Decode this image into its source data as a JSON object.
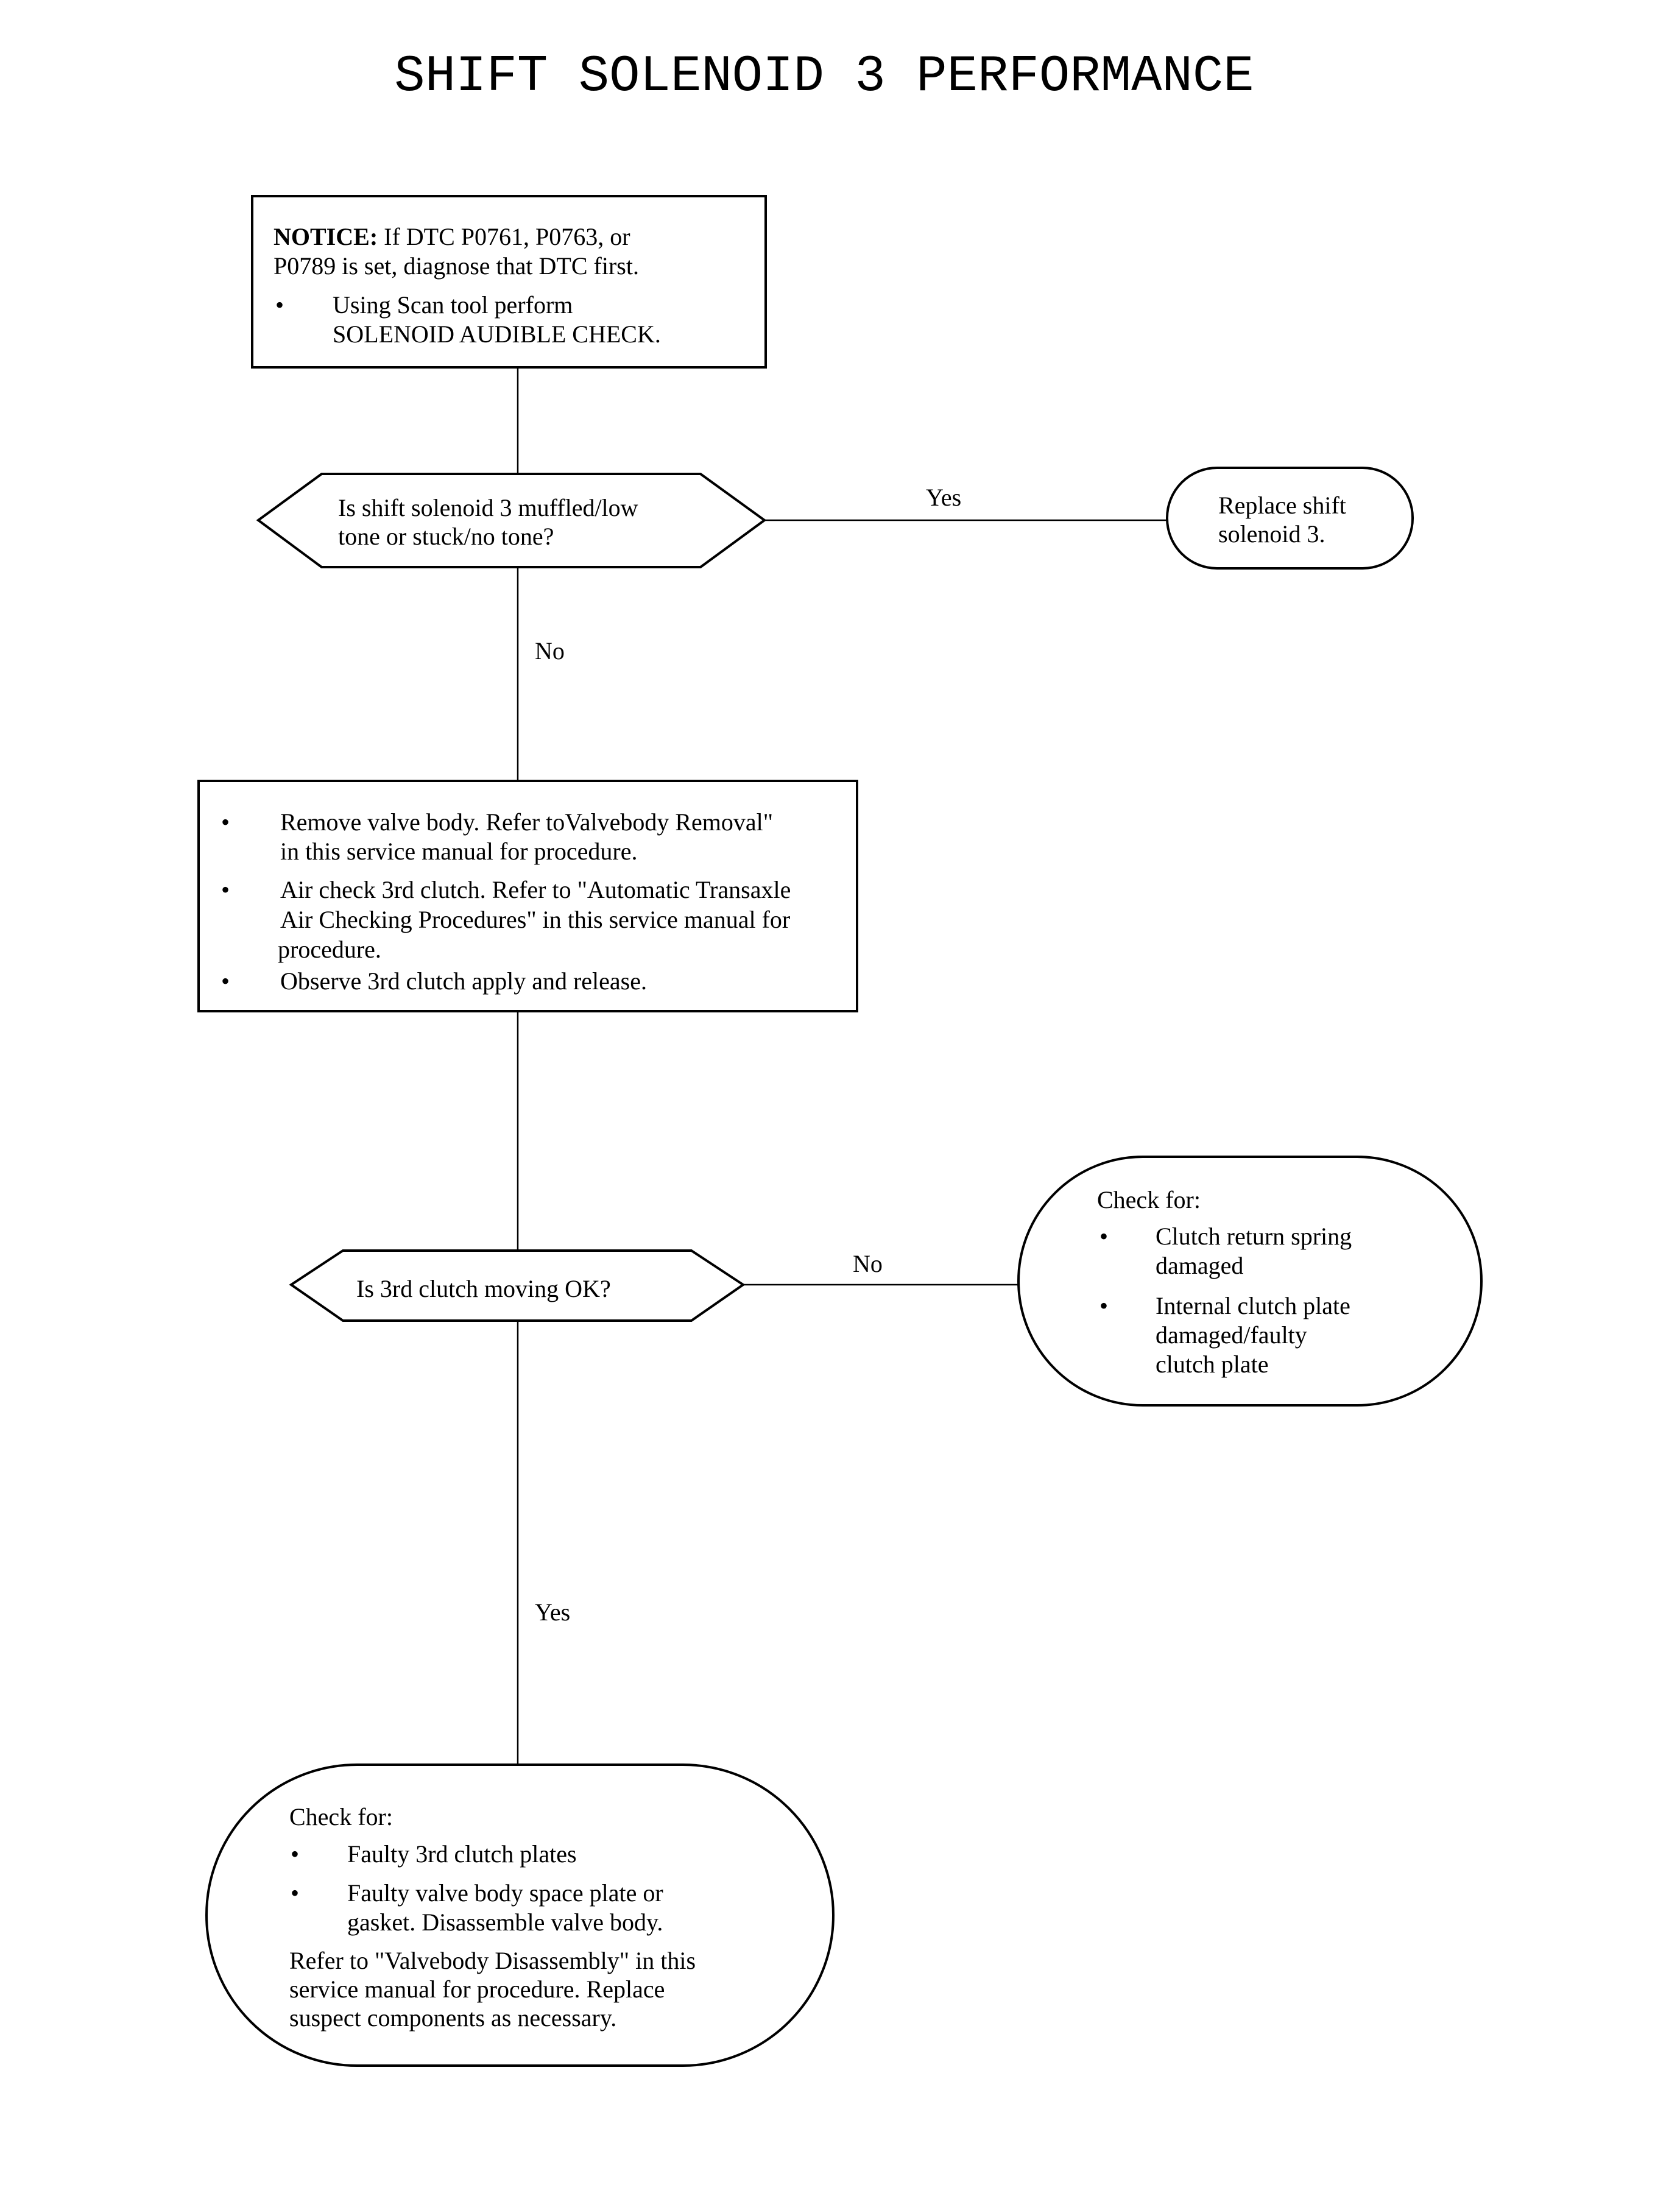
{
  "title": "SHIFT SOLENOID 3 PERFORMANCE",
  "notice_box": {
    "notice_label": "NOTICE:",
    "notice_line1": " If DTC P0761, P0763, or",
    "notice_line2": "P0789 is set, diagnose that DTC first.",
    "bullet": "•",
    "step_line1": "Using Scan tool perform",
    "step_line2": "SOLENOID AUDIBLE CHECK."
  },
  "decision1": {
    "line1": "Is shift solenoid 3 muffled/low",
    "line2": "tone or stuck/no tone?",
    "yes_label": "Yes",
    "no_label": "No"
  },
  "replace_terminal": {
    "line1": "Replace shift",
    "line2": "solenoid 3."
  },
  "procedure_box": {
    "bullet": "•",
    "item1_line1": "Remove valve body. Refer toValvebody Removal\"",
    "item1_line2": "in this service manual for procedure.",
    "item2_line1": "Air check 3rd clutch. Refer to \"Automatic Transaxle",
    "item2_line2": "Air Checking Procedures\" in this service manual for",
    "item2_line3": "procedure.",
    "item3_line1": "Observe 3rd clutch apply and release."
  },
  "decision2": {
    "line1": "Is 3rd clutch moving OK?",
    "no_label": "No",
    "yes_label": "Yes"
  },
  "clutch_terminal": {
    "heading": "Check for:",
    "bullet": "•",
    "item1_line1": "Clutch return spring",
    "item1_line2": "damaged",
    "item2_line1": "Internal clutch plate",
    "item2_line2": "damaged/faulty",
    "item2_line3": "clutch plate"
  },
  "final_terminal": {
    "heading": "Check for:",
    "bullet": "•",
    "item1_line1": "Faulty 3rd clutch plates",
    "item2_line1": "Faulty valve body space plate or",
    "item2_line2": "gasket. Disassemble valve body.",
    "note_line1": "Refer to \"Valvebody Disassembly\" in this",
    "note_line2": "service manual for procedure. Replace",
    "note_line3": "suspect components as necessary."
  }
}
